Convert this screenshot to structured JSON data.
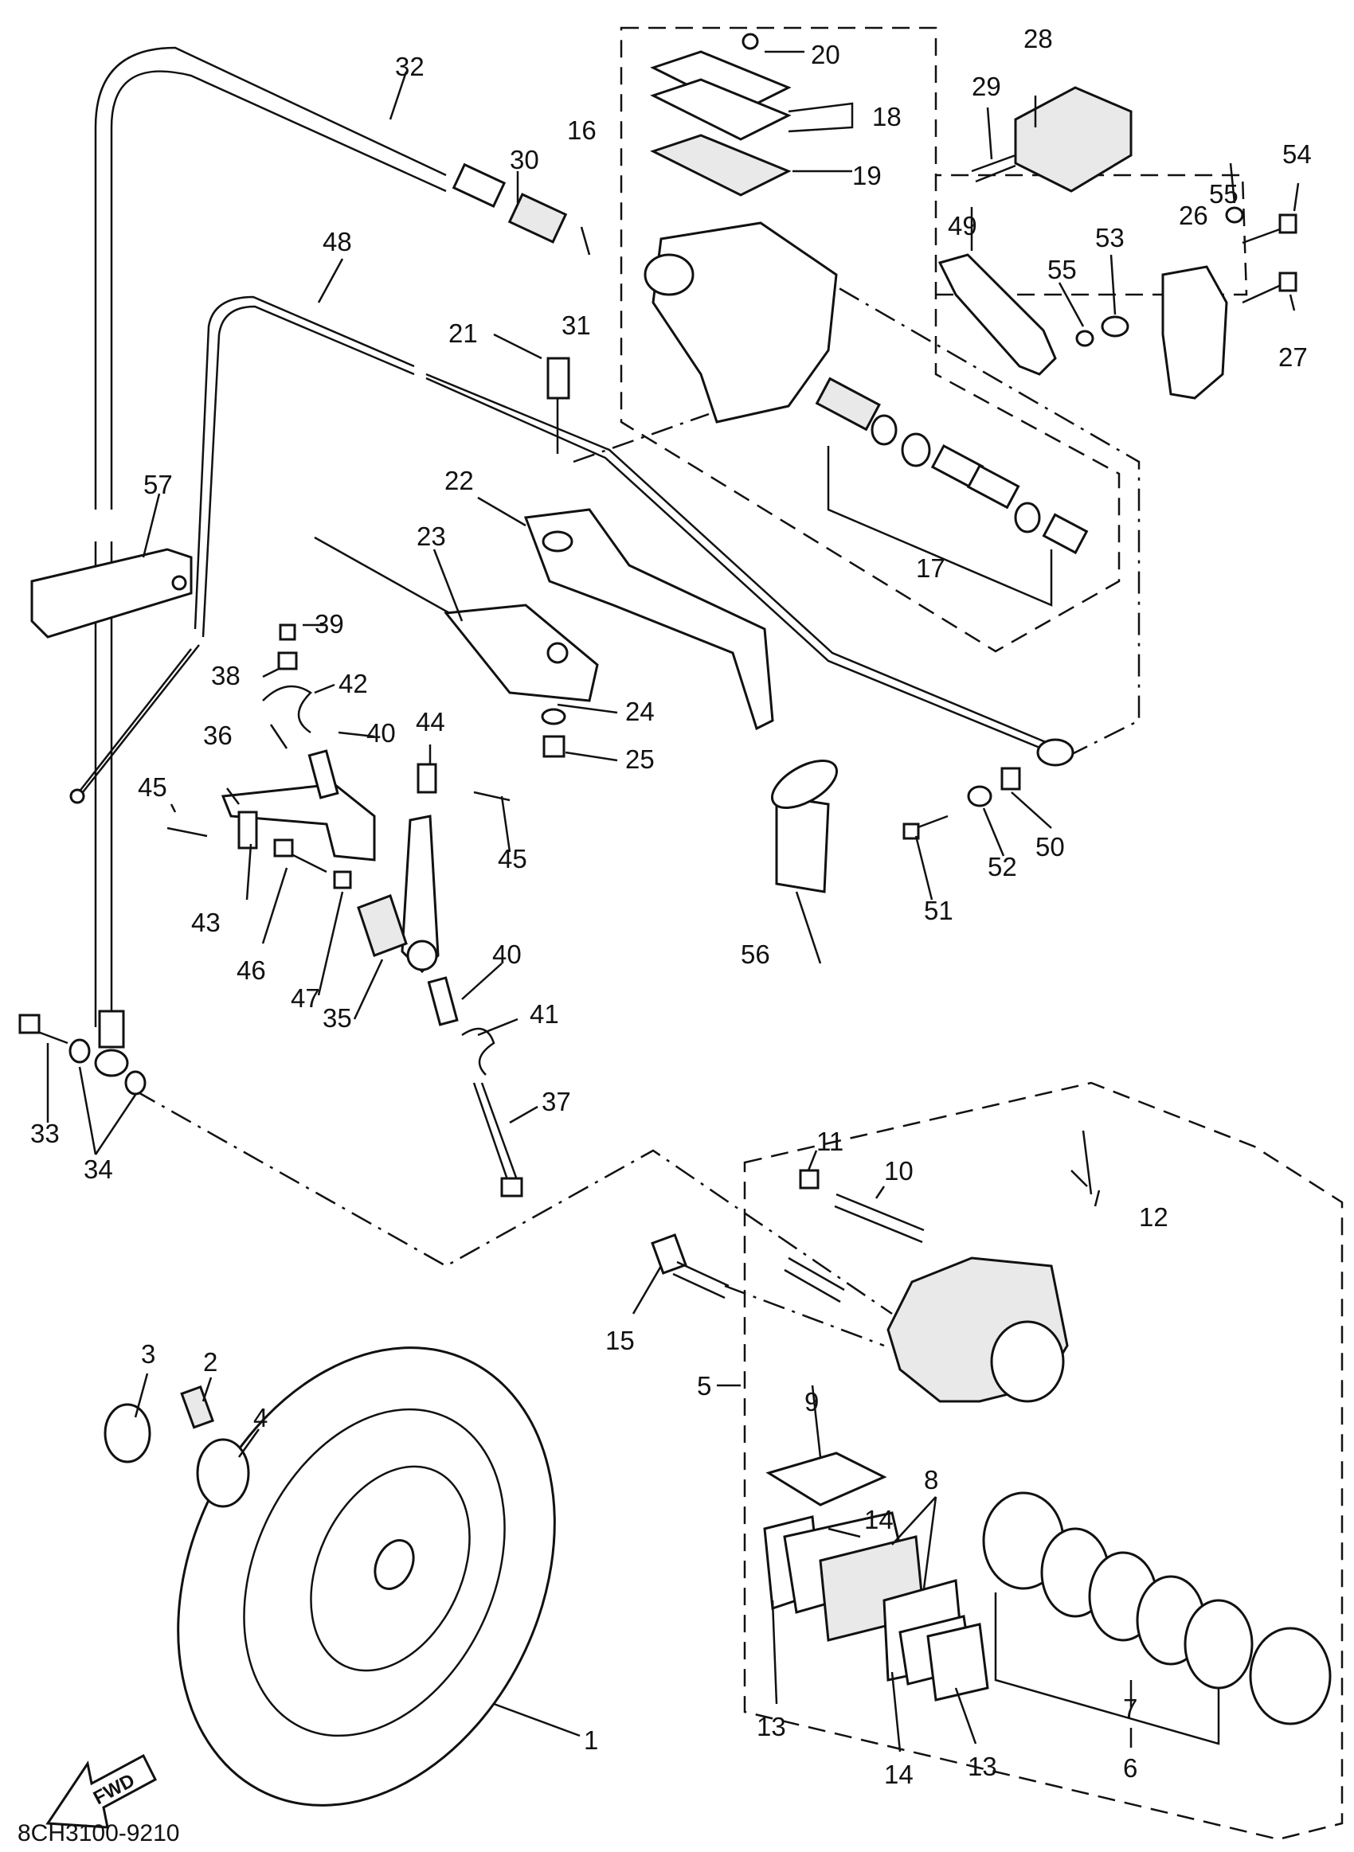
{
  "diagram_code": "8CH3100-9210",
  "fwd_label": "FWD",
  "part_numbers": [
    "1",
    "2",
    "3",
    "4",
    "5",
    "6",
    "7",
    "8",
    "9",
    "10",
    "11",
    "12",
    "13",
    "14",
    "15",
    "16",
    "17",
    "18",
    "19",
    "20",
    "21",
    "22",
    "23",
    "24",
    "25",
    "26",
    "27",
    "28",
    "29",
    "30",
    "31",
    "32",
    "33",
    "34",
    "35",
    "36",
    "37",
    "38",
    "39",
    "40",
    "41",
    "42",
    "43",
    "44",
    "45",
    "46",
    "47",
    "48",
    "49",
    "50",
    "51",
    "52",
    "53",
    "54",
    "55",
    "56",
    "57"
  ]
}
